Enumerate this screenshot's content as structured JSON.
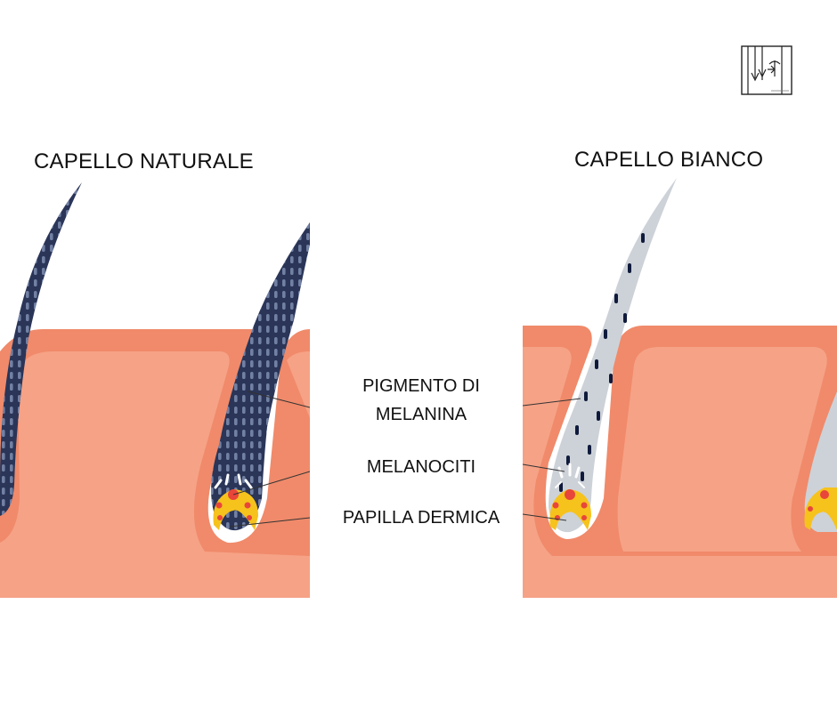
{
  "titles": {
    "left": "CAPELLO NATURALE",
    "right": "CAPELLO BIANCO"
  },
  "labels": {
    "pigment_line1": "PIGMENTO DI",
    "pigment_line2": "MELANINA",
    "melanocytes": "MELANOCITI",
    "papilla": "PAPILLA DERMICA"
  },
  "colors": {
    "skin_outer": "#f08a6a",
    "skin_inner": "#f6a286",
    "hair_dark": "#2a3558",
    "hair_grey": "#cdd2d8",
    "pigment": "#0f1a3c",
    "papilla_yellow": "#f6c21c",
    "papilla_red": "#e8463a",
    "line": "#333333"
  },
  "icons": {
    "logo": "logo-icon"
  }
}
